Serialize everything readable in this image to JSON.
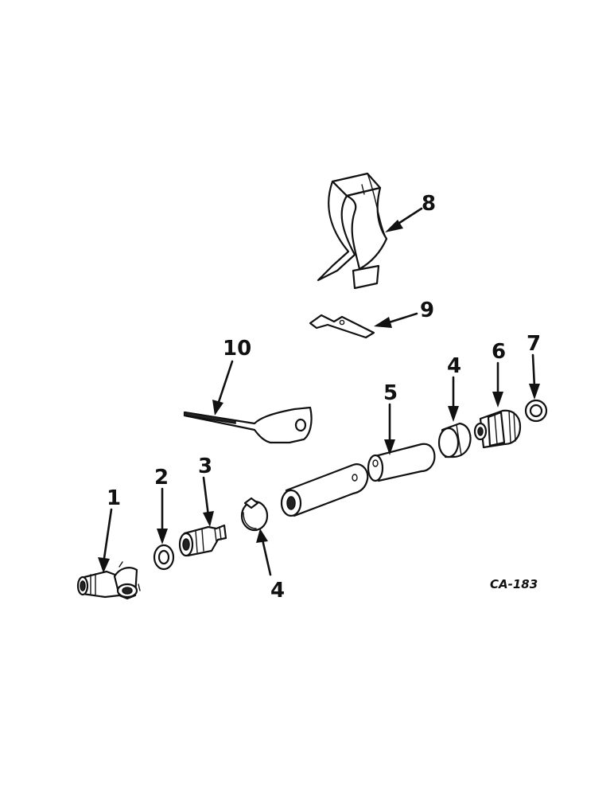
{
  "callouts": {
    "c1": "1",
    "c2": "2",
    "c3": "3",
    "c4a": "4",
    "c4b": "4",
    "c5": "5",
    "c6": "6",
    "c7": "7",
    "c8": "8",
    "c9": "9",
    "c10": "10"
  },
  "figure_code": "CA-183"
}
